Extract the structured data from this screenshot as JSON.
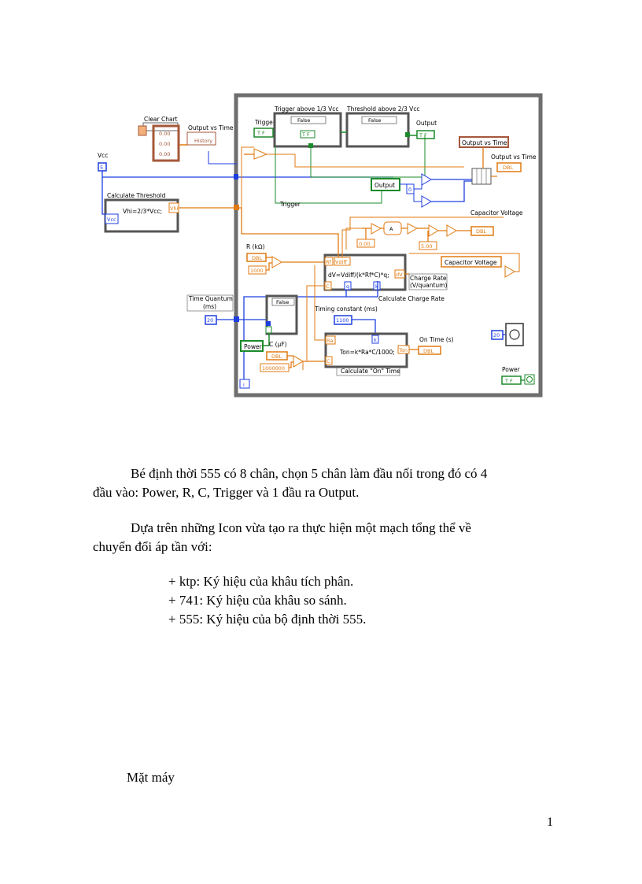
{
  "diagram": {
    "labels": {
      "clear_chart": "Clear Chart",
      "output_vs_time_history": "Output vs Time",
      "history_tag": "History",
      "vcc": "Vcc",
      "vcc_val": "5",
      "calc_threshold": "Calculate Threshold",
      "formula_threshold": "Vhi=2/3*Vcc;",
      "vcc_term": "Vcc",
      "vhi_term": "Vhi",
      "trigger_ctrl": "Trigger",
      "tf_true": "T F",
      "trigger_above": "Trigger above 1/3 Vcc",
      "threshold_above": "Threshold above 2/3 Vcc",
      "false_case": "False",
      "output_ind": "Output",
      "output_box": "Output",
      "trigger_wire_lbl": "Trigger",
      "output_vs_time_1": "Output vs Time",
      "output_vs_time_2": "Output vs Time",
      "cap_voltage": "Capacitor Voltage",
      "cap_voltage_box": "Capacitor Voltage",
      "dbl": "DBL",
      "zero_const": "0.00",
      "five_const": "5.00",
      "r_label": "R (kΩ)",
      "r_1000": "1000",
      "vdiff": "Vdiff",
      "rf": "Rf",
      "formula_charge": "dV=Vdiff/(k*Rf*C)*q;",
      "dv": "dV",
      "charge_rate": "Charge Rate (V/quantum)",
      "calc_charge_rate": "Calculate Charge Rate",
      "time_quantum": "Time Quantum (ms)",
      "tq_val": "20",
      "timing_constant": "Timing constant (ms)",
      "tc_val": "1100",
      "power": "Power",
      "c_label": "C (µF)",
      "c_val": "1000000",
      "ra": "Ra",
      "c_term": "C",
      "k_term": "k",
      "formula_on": "Ton=k*Ra*C/1000;",
      "ton": "Ton",
      "on_time": "On Time (s)",
      "calc_on_time": "Calculate \"On\" Time",
      "wait_val": "20",
      "power_ind": "Power",
      "iter": "i",
      "a_func": "A",
      "zero_idx": "0",
      "q_term": "q",
      "k2": "k"
    },
    "colors": {
      "orange": "#e07a10",
      "blue": "#1e3ee0",
      "green": "#1b8a2a",
      "brown": "#a5583a",
      "frame": "#6e6e6e"
    }
  },
  "text": {
    "p1_line1": "Bé định thời 555 có 8 chân, chọn 5 chân làm đầu nối trong đó có 4",
    "p1_line2": "đầu vào: Power, R, C, Trigger và 1 đầu ra Output.",
    "p2_line1": "Dựa trên những Icon vừa tạo ra thực hiện một mạch tổng thể về",
    "p2_line2": "chuyển đổi áp tần với:",
    "items": [
      "+ ktp: Ký hiệu  của khâu tích phân.",
      "+ 741: Ký hiệu  của khâu so sánh.",
      "+ 555: Ký hiệu của bộ định thời 555."
    ],
    "mat_may": "Mặt máy",
    "page_number": "1"
  }
}
